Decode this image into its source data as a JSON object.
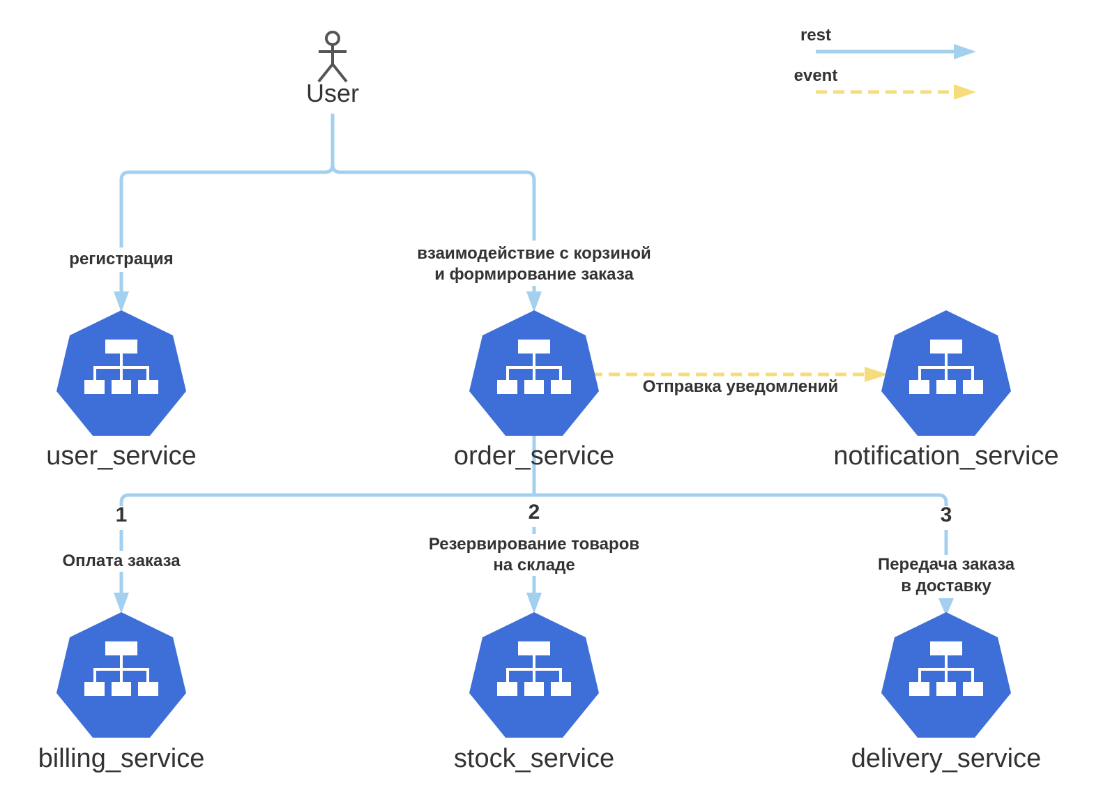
{
  "colors": {
    "rest": "#a3d0ee",
    "event": "#f6dc7a",
    "service_fill": "#3e6fd8",
    "text": "#333333"
  },
  "legend": {
    "rest_label": "rest",
    "event_label": "event"
  },
  "actor": {
    "label": "User",
    "icon": "stick-figure-icon"
  },
  "services": {
    "user": "user_service",
    "order": "order_service",
    "notification": "notification_service",
    "billing": "billing_service",
    "stock": "stock_service",
    "delivery": "delivery_service"
  },
  "edges": {
    "registration": "регистрация",
    "cart_line1": "взаимодействие с корзиной",
    "cart_line2": "и формирование заказа",
    "notify": "Отправка уведомлений",
    "pay": "Оплата заказа",
    "reserve_line1": "Резервирование товаров",
    "reserve_line2": "на складе",
    "deliver_line1": "Передача заказа",
    "deliver_line2": "в доставку"
  },
  "steps": {
    "one": "1",
    "two": "2",
    "three": "3"
  },
  "service_icon": "network-hierarchy-icon"
}
